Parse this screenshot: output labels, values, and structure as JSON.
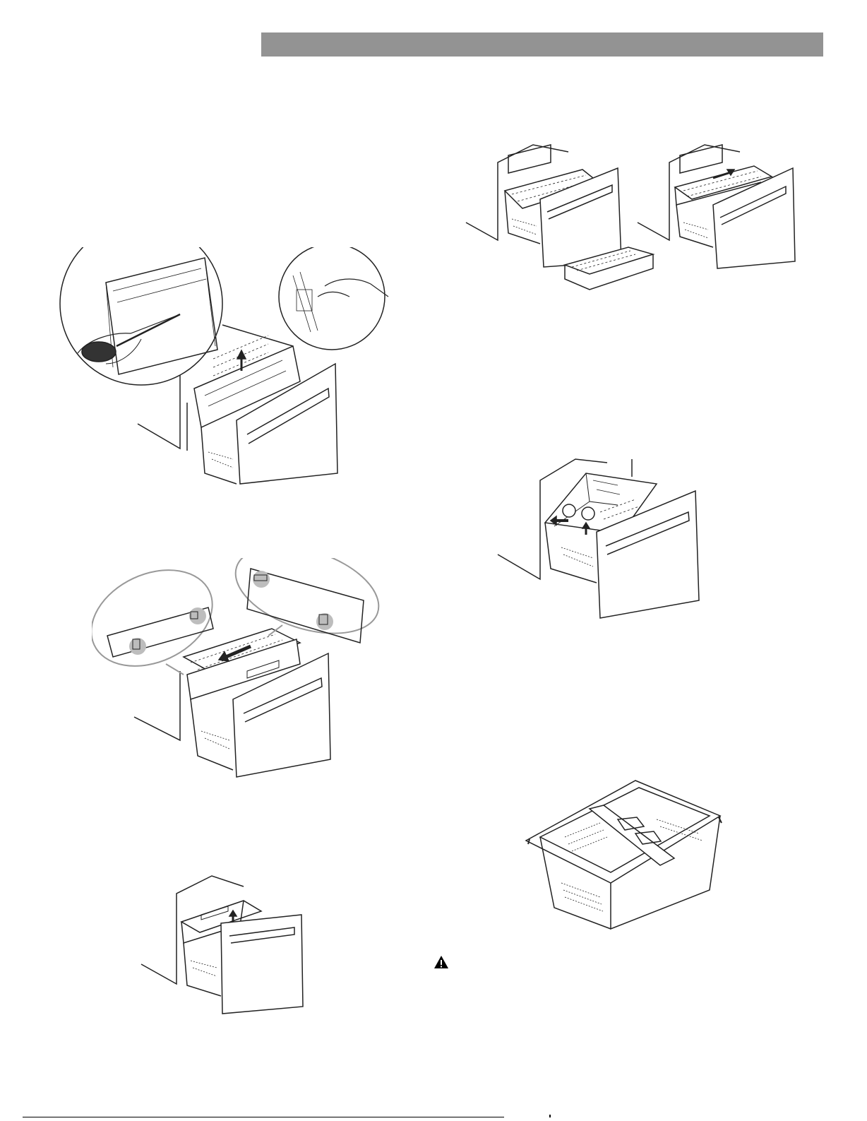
{
  "page": {
    "header_bar_color": "#939393",
    "line_color": "#222222",
    "highlight_color": "#bdbdbd"
  },
  "figures": [
    {
      "id": "fig-remove-bin-tools",
      "icon": "drawer-bin-removal-with-screwdriver-and-hand-callouts"
    },
    {
      "id": "fig-install-bin-callouts",
      "icon": "drawer-bin-installation-with-bracket-callouts"
    },
    {
      "id": "fig-lift-bin-small",
      "icon": "drawer-with-bin-lift-arrow"
    },
    {
      "id": "fig-tray-removed",
      "icon": "open-drawer-with-removed-tray"
    },
    {
      "id": "fig-tray-installed",
      "icon": "open-drawer-with-tray-push-arrow"
    },
    {
      "id": "fig-basket-steps",
      "icon": "drawer-basket-with-numbered-steps"
    },
    {
      "id": "fig-basket-divider",
      "icon": "freezer-basket-with-divider"
    }
  ],
  "warning": {
    "icon": "warning-triangle-icon"
  }
}
